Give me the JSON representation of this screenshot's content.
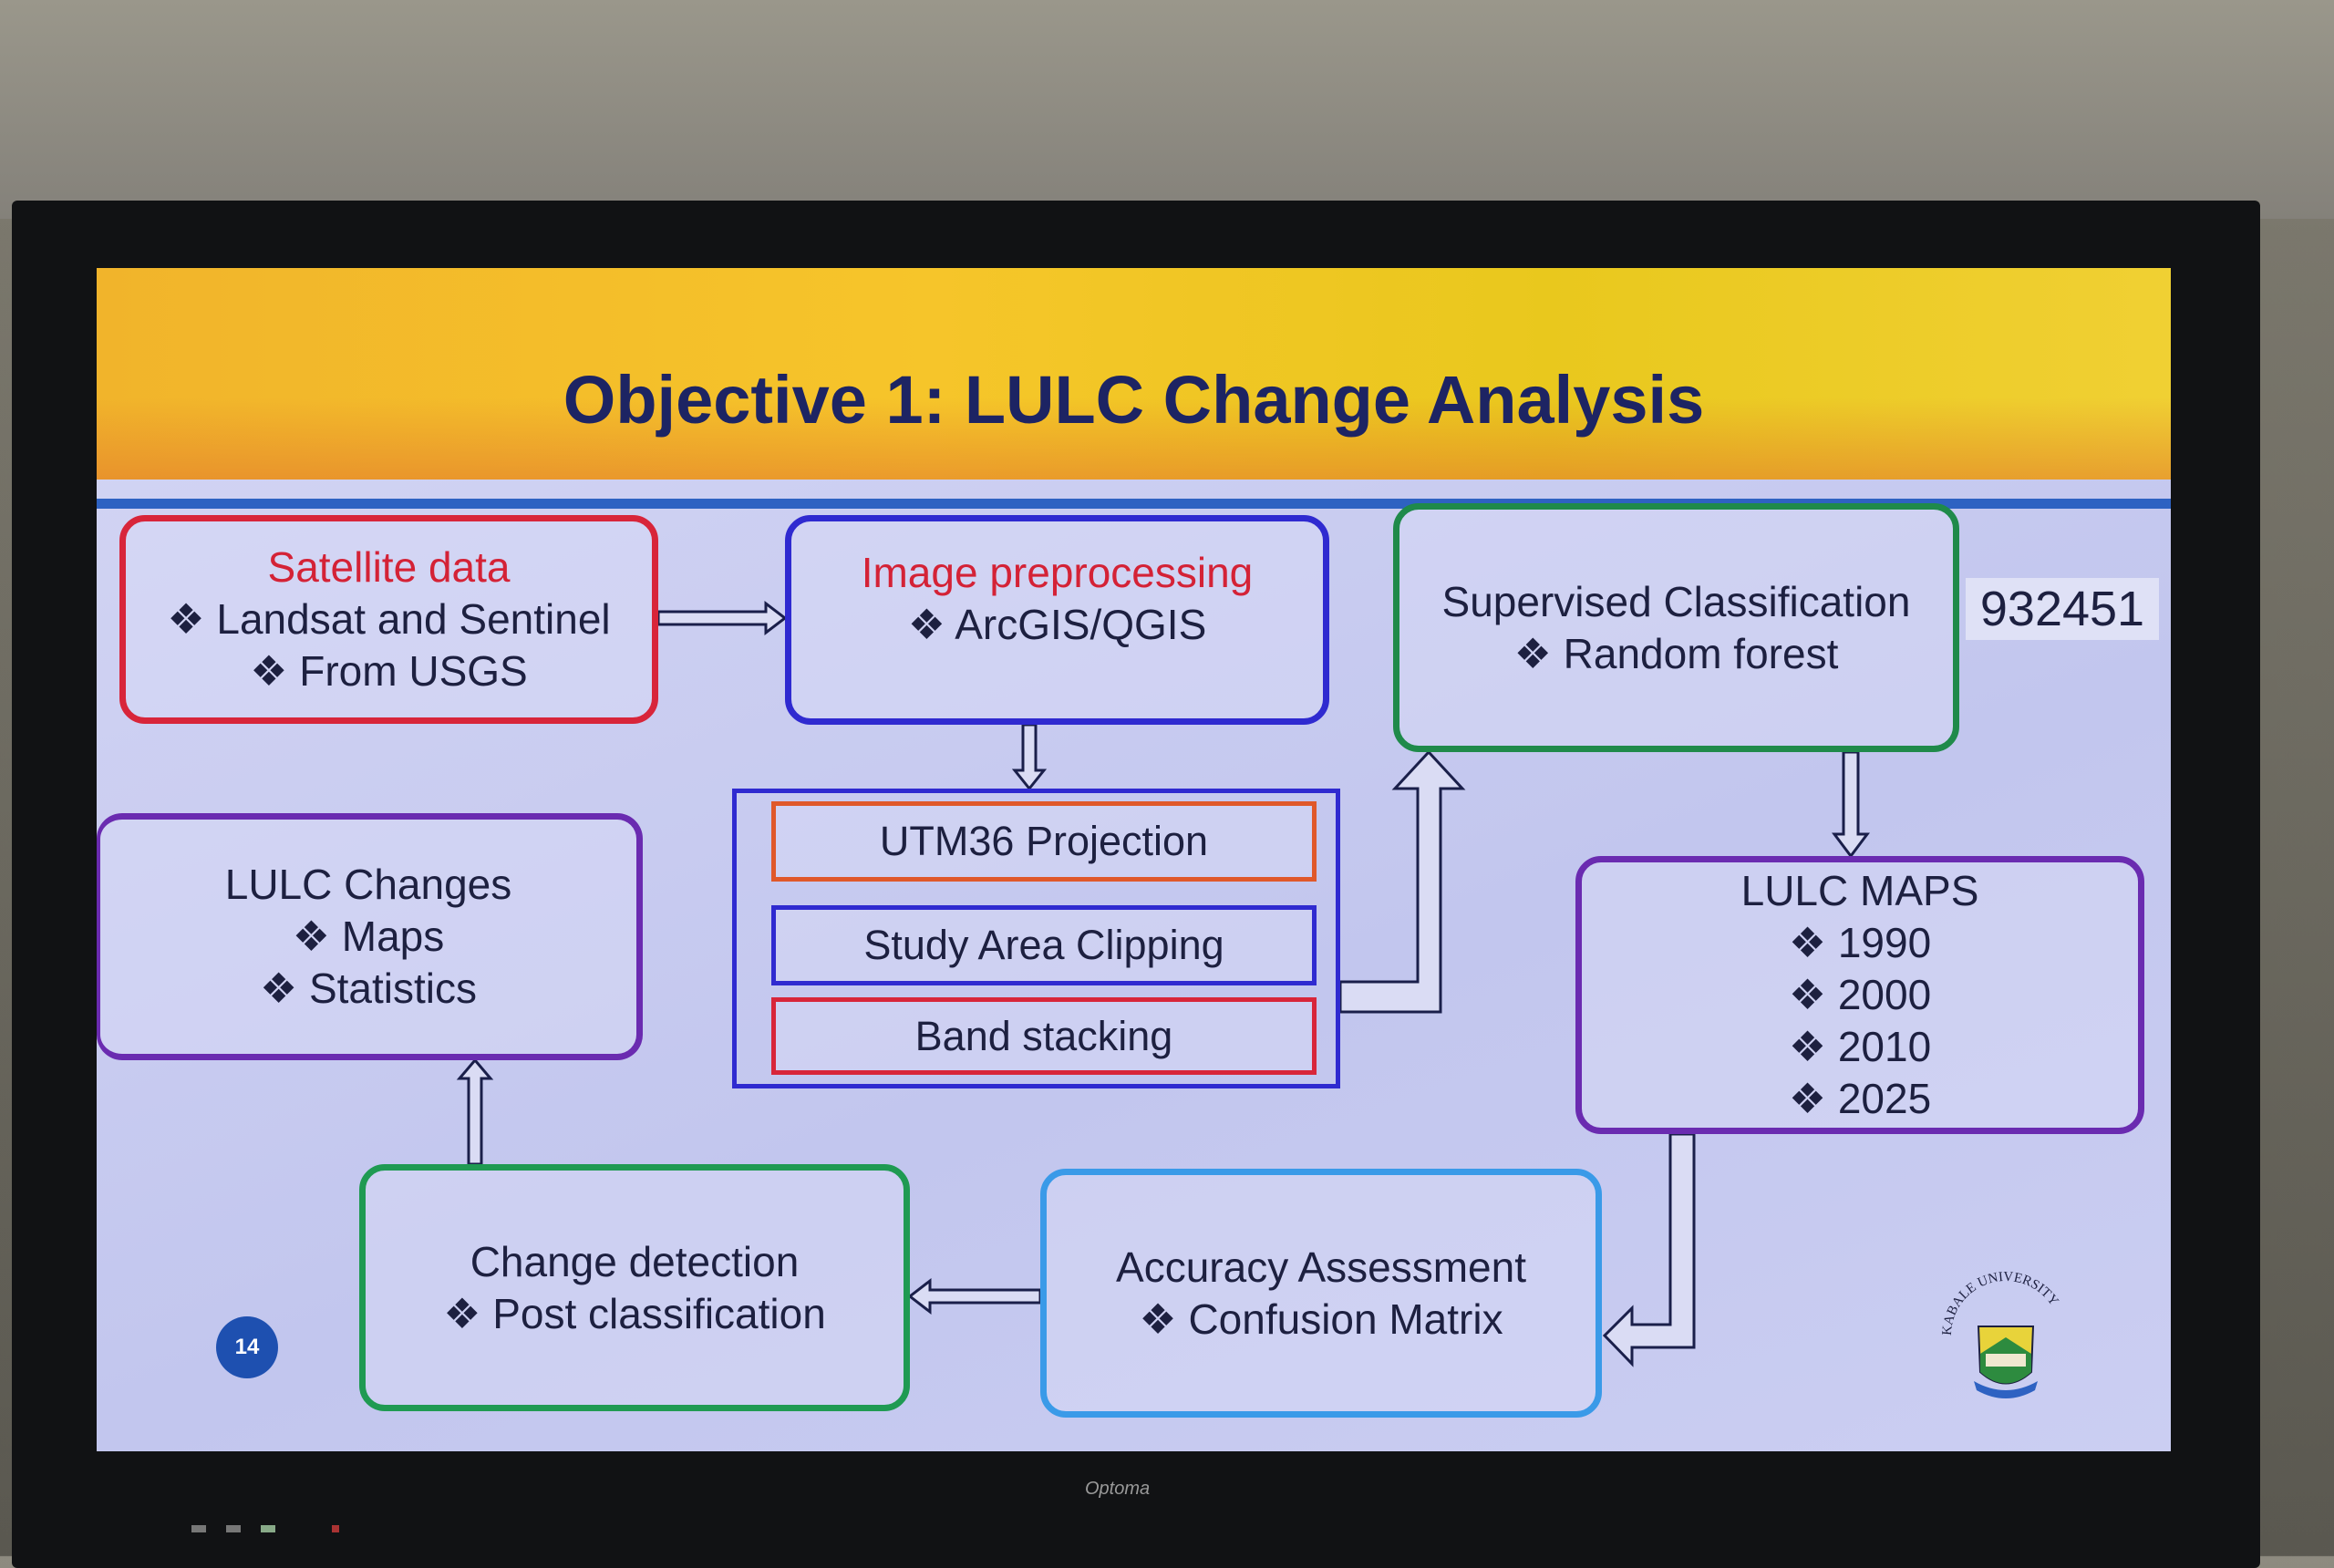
{
  "slide": {
    "title": "Objective 1: LULC Change Analysis",
    "page_number": "14",
    "code_overlay": "932451",
    "logo_text": "KABALE UNIVERSITY"
  },
  "boxes": {
    "satellite": {
      "title": "Satellite data",
      "items": [
        "❖  Landsat and Sentinel",
        "❖  From USGS"
      ]
    },
    "preprocessing": {
      "title": "Image preprocessing",
      "items": [
        "❖  ArcGIS/QGIS"
      ],
      "steps": [
        "UTM36 Projection",
        "Study Area Clipping",
        "Band stacking"
      ]
    },
    "supervised": {
      "title": "Supervised Classification",
      "items": [
        "❖  Random forest"
      ]
    },
    "lulc_maps": {
      "title": "LULC MAPS",
      "items": [
        "❖  1990",
        "❖  2000",
        "❖  2010",
        "❖  2025"
      ]
    },
    "accuracy": {
      "title": "Accuracy Assessment",
      "items": [
        "❖  Confusion Matrix"
      ]
    },
    "change_detection": {
      "title": "Change detection",
      "items": [
        "❖  Post classification"
      ]
    },
    "lulc_changes": {
      "title": "LULC Changes",
      "items": [
        "❖  Maps",
        "❖  Statistics"
      ]
    }
  },
  "monitor": {
    "brand": "Optoma"
  }
}
